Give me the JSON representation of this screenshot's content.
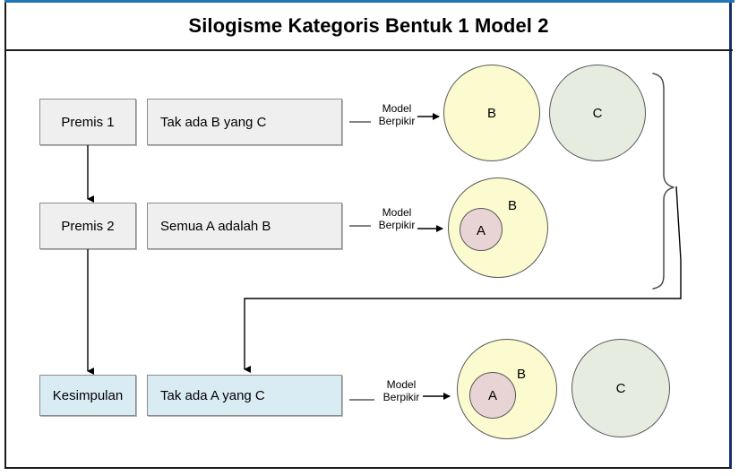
{
  "page": {
    "title": "Silogisme Kategoris Bentuk 1 Model 2",
    "frame_accent_color": "#1f77b4",
    "frame_border_color": "#16306b"
  },
  "colors": {
    "box_grey": "#efefef",
    "box_blue": "#d9ecf4",
    "circle_b": "#fbfbcf",
    "circle_c": "#e7ece0",
    "circle_a": "#e8d3d5",
    "stroke": "#595959"
  },
  "rows": [
    {
      "label": "Premis 1",
      "statement": "Tak ada B yang C",
      "connector_label_line1": "Model",
      "connector_label_line2": "Berpikir",
      "diagram": "two-disjoint-circles",
      "circles": [
        {
          "name": "B",
          "fill": "#fbfbcf"
        },
        {
          "name": "C",
          "fill": "#e7ece0"
        }
      ]
    },
    {
      "label": "Premis 2",
      "statement": "Semua A adalah B",
      "connector_label_line1": "Model",
      "connector_label_line2": "Berpikir",
      "diagram": "a-inside-b",
      "circles": [
        {
          "name": "B",
          "fill": "#fbfbcf"
        },
        {
          "name": "A",
          "fill": "#e8d3d5"
        }
      ]
    },
    {
      "label": "Kesimpulan",
      "statement": "Tak ada A yang C",
      "connector_label_line1": "Model",
      "connector_label_line2": "Berpikir",
      "diagram": "a-inside-b-disjoint-c",
      "circles": [
        {
          "name": "B",
          "fill": "#fbfbcf"
        },
        {
          "name": "A",
          "fill": "#e8d3d5"
        },
        {
          "name": "C",
          "fill": "#e7ece0"
        }
      ]
    }
  ]
}
